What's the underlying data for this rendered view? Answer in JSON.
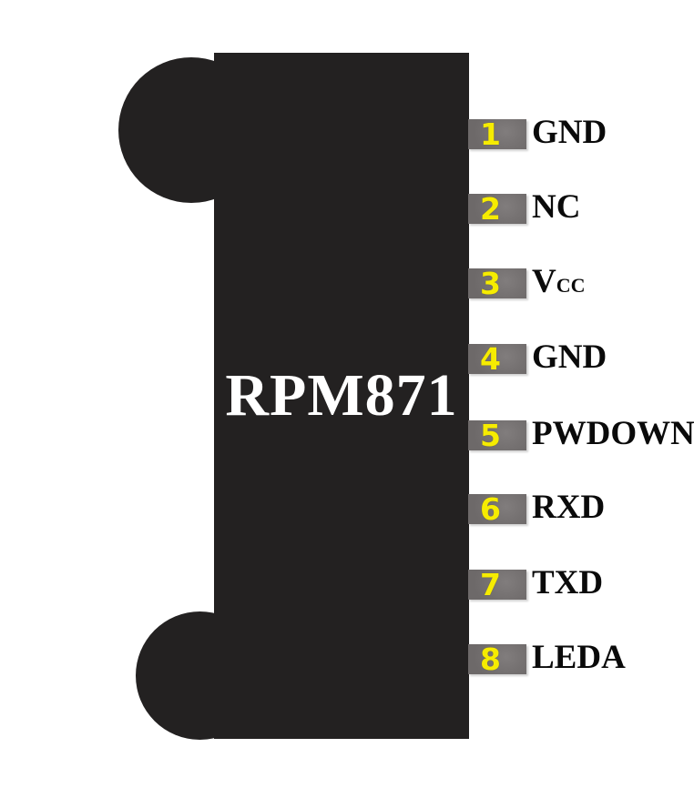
{
  "chip": {
    "name": "RPM871",
    "package_body_color": "#232121",
    "title_color": "#ffffff"
  },
  "pins": [
    {
      "number": "1",
      "label": "GND"
    },
    {
      "number": "2",
      "label": "NC"
    },
    {
      "number": "3",
      "label": "V",
      "label_sub": "CC"
    },
    {
      "number": "4",
      "label": "GND"
    },
    {
      "number": "5",
      "label": "PWDOWN"
    },
    {
      "number": "6",
      "label": "RXD"
    },
    {
      "number": "7",
      "label": "TXD"
    },
    {
      "number": "8",
      "label": "LEDA"
    }
  ],
  "colors": {
    "background": "#ffffff",
    "pin_pad_fill": "#767272",
    "pin_pad_highlight": "#817d7d",
    "pin_number_text": "#f6ec00",
    "pin_label_text": "#0a0a0a"
  }
}
